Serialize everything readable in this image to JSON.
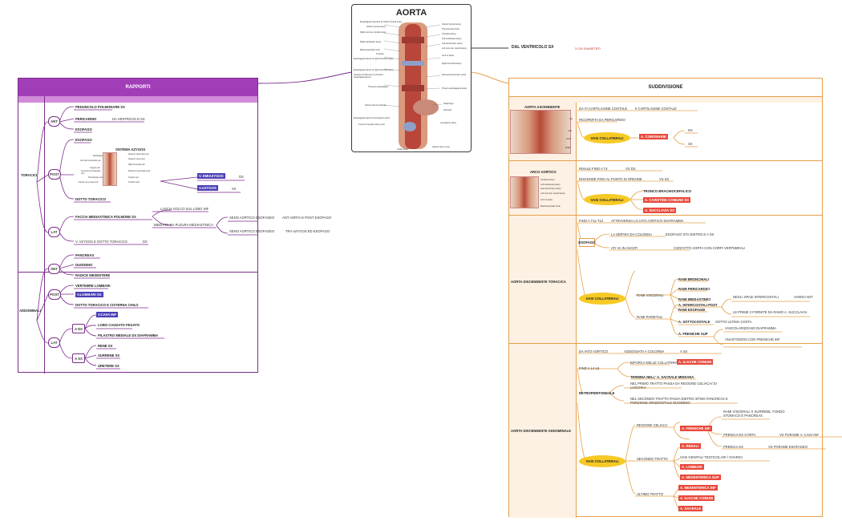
{
  "colors": {
    "purple": "#7b2d8b",
    "purple_header": "#a23db8",
    "indigo": "#4a3fb5",
    "orange": "#e6a04a",
    "red": "#e8493b",
    "yellow": "#f6c925",
    "dark": "#3a3a3a"
  },
  "center": {
    "title": "AORTA",
    "side_title": "DAL VENTRICOLO SX",
    "side_sub": "3 CM DIAMETRO",
    "labels_left": [
      "Esophageal branches of inferior thyroid artery",
      "Inferior thyroid artery",
      "Right common carotid artery",
      "Right subclavian artery",
      "Brachiocephalic trunk",
      "Trachea",
      "Esophageal branch of right bronchial artery",
      "Esophageal branch of right bronchial artery",
      "Vessels (of Sternum) to thoracic esophageal plexus",
      "Thoracic (esophagus)",
      "Inferior phrenic arteries",
      "Esophageal branch of left gastric artery",
      "Common hepatic artery (cut)",
      "Celiac trunk"
    ],
    "labels_right": [
      "Inferior thyroid artery",
      "Thyrocervical trunk",
      "Vertebral artery",
      "Left subclavian artery",
      "Internal thoracic artery",
      "Left common carotid artery",
      "Arch of aorta",
      "Right bronchial artery",
      "Descending thoracic aorta",
      "Proper esophageal arteries",
      "Diaphragm",
      "Stomach",
      "Left gastric artery",
      "Splenic artery (cut)"
    ]
  },
  "left": {
    "header": "RAPPORTI",
    "toracici": {
      "label": "TORACICI",
      "ant": {
        "pill": "ANT",
        "items": [
          "PEDUNCOLO POLMONARE SX",
          "PERICARDIO",
          "ESOFAGO"
        ],
        "pericardio_sub": "DA VENTRICOLO SX"
      },
      "post": {
        "pill": "POST",
        "esofago": "ESOFAGO",
        "sistema": "SISTEMA AZYGOS",
        "emiazygos": "V. EMIAZYGOS",
        "emiazygos_sub": "DX",
        "azygos": "V.AZYGOS",
        "azygos_sub": "SX",
        "dotto": "DOTTO TORACICO",
        "img_labels": [
          "Esophagus",
          "Left right intercostal vein",
          "Azygos vein",
          "Accessory hemiazygos vein",
          "Hemiazygos vein",
          "Inferior vena cava (cut)",
          "Superior intercostal vein",
          "Superior vena cava",
          "Right bronchial vein",
          "Posterior intercostal veins",
          "Azygos vein",
          "Thoracic duct"
        ]
      },
      "lat": {
        "pill": "LAT",
        "faccia": "FACCIA MEDIASTINICA POLMONE SX",
        "lascia": "LASCIA SOLCO SUL LOBO INF",
        "mediato": "MEDIATO DA PLEURA MEDIASTINICA",
        "seno1": "SENO AORTICO ESOFAGEO",
        "seno1_sub": "ANT AORTA E POST ESOFAGO",
        "seno2": "SENO AORTICO ESOFAGEO",
        "seno2_sub": "TRA AZYGOS ED ESOFAGO",
        "vaz": "V. AZYGOS E DOTTO TORACICO",
        "vaz_sub": "DX"
      }
    },
    "addominali": {
      "label": "ADDOMINALI",
      "ant": {
        "pill": "ANT",
        "items": [
          "PANCREAS",
          "DUODENO",
          "RADICE MESENTERE"
        ]
      },
      "post": {
        "pill": "POST",
        "vert": "VERTEBRE LOMBARI",
        "lomb": "V.LOMBARI SX",
        "dotto": "DOTTO TORACICO E CISTERNA CHILO"
      },
      "lat": {
        "pill": "LAT",
        "adx": "A DX",
        "vcava": "V.CAVA INF",
        "lobo": "LOBO CAUDATO FEGATO",
        "pilastro": "PILASTRO MEDIALE DX DIAFRAMMA",
        "asx": "A SX",
        "rene": "RENE SX",
        "surrene": "SURRENE SX",
        "uretere": "URETERE SX"
      }
    }
  },
  "right": {
    "header": "SUDDIVISIONE",
    "asc": {
      "label": "AORTA ASCENDENTE",
      "l1": "DA VI CARTILAGINE COSTALE",
      "l1b": "II CARTILAGINE COSTALE",
      "l2": "RICOPERTA DA PERICARDIO",
      "vasi": "VASI COLLATERALI",
      "coronarie": "A. CORONARIE",
      "dx": "DX",
      "sx": "SX",
      "img_labels": [
        "Vei",
        "Left",
        "Arch",
        "Right"
      ]
    },
    "arco": {
      "label": "ARCO AORTICO",
      "l1": "RISALE FINO A T4",
      "l1b": "VS DX",
      "l2": "DISCENDE FINO AL PUNTO DI ORIGINE",
      "l2b": "VS SX",
      "vasi": "VASI COLLATERALI",
      "tronco": "TRONCO BRACHIOCEFALICO",
      "carotide": "A. CAROTIDE COMUNE SX",
      "succlavia": "A. SUCCLAVIA SX",
      "img_labels": [
        "Vertebral artery",
        "Left subclavian artery",
        "Internal thoracic artery",
        "Left common carotid artery",
        "Arch of aorta",
        "Brachiocephalic trunk"
      ]
    },
    "toracica": {
      "label": "AORTA DISCENDENTE TORACICA",
      "l1": "FINO A T11-T12",
      "l1b": "ATTRAVERSA LO IATO AORTICO DIAFRAMMA",
      "esofago": "ESOFAGO",
      "sep": "LA SEPARA DA COLONNA",
      "sep_b": "ESOFAGO STA DIETRO E A SX",
      "ati": "ATI VA IN AVANTI",
      "ati_b": "CONTATTO AORTA CON CORPI VERTEBRALI",
      "vasi": "VASI COLLATERALI",
      "viscerali": "RAMI VISCERALI",
      "rv": [
        "RAMI BRONCHIALI",
        "RAMI PERICARDICI",
        "RAMI MEDIASTINICI",
        "RAMI ESOFAGEI"
      ],
      "parietali": "RAMI PARIETALI",
      "ic": "A. INTERCOSTALI POST",
      "ic_1": "NEGLI SPAZI INTERCOSTALI",
      "ic_1b": "VANNO ANT",
      "ic_2": "LE PRIME 2 FORNITE DA RAMO A. SUCCLAVIA",
      "sc": "A. SOTTOCOSTALE",
      "sc_b": "SOTTO ULTIMA COSTA",
      "fr": "A. FRENICHE SUP",
      "fr_1": "VASCOLARIZZANO DIAFRAMMA",
      "fr_2": "ANASTOMOSI CON FRENICHE INF"
    },
    "addominale": {
      "label": "AORTA DISCENDENTE ADDOMINALE",
      "l1": "DA IATO AORTICO",
      "l1b": "ADDOSSATA A COLONNA",
      "l1c": "A SX",
      "l2": "FINO A L4-L5",
      "biforca": "BIFORCA NELLE COLLATERALI",
      "iliache": "A. ILIACHE COMUNI",
      "termina": "TERMINA NELL' A. SACRALE MEDIANA",
      "retro": "RETROPERITONEALE",
      "retro1": "NEL PRIMO TRATTO PASSA DA REGIONE CELIACA/ DI LUSCHKA",
      "retro2": "NEL SECONDO TRATTO PASSA DIETRO ISTMO PANCREAS E PORZIONE ORIZZONTALE DUODENO",
      "vasi": "VASI COLLATERALI",
      "celiaca": "REGIONE CELIACA",
      "frenicheinf": "A. FRENICHE INF",
      "rami_visc": "RAMI VISCERALI X SURRENE, FONDO STOMACO E PANCREAS",
      "frdx": "FRENICA DX CORTA",
      "frdx_b": "VS FORAME V. CAVA INF",
      "frsx": "FRENICA SX",
      "frsx_b": "VS FORAME ESOFAGEO",
      "secondo": "SECONDO TRATTO",
      "renali": "A. RENALI",
      "genitali": "VASI GENITALI TESTICOLARI / OVARICI",
      "lombari": "A. LOMBARI",
      "mesup": "A. MESENTERICA SUP",
      "ultimo": "ULTIMO TRATTO",
      "mesinf": "A. MESENTERICA INF",
      "iliache2": "A. ILIACHE COMUNI",
      "sacrale": "A. SACRALE"
    }
  }
}
